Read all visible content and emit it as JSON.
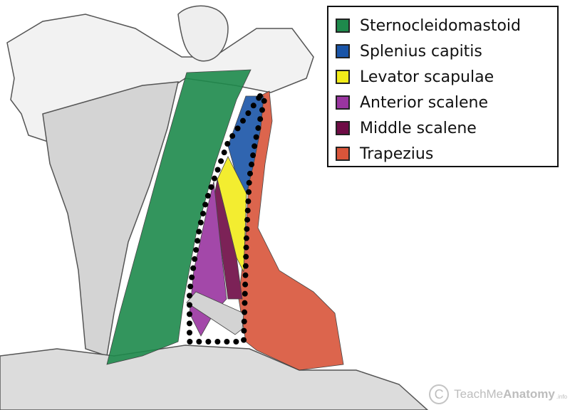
{
  "legend": {
    "items": [
      {
        "label": "Sternocleidomastoid",
        "color": "#1e8a4c"
      },
      {
        "label": "Splenius capitis",
        "color": "#1a55a8"
      },
      {
        "label": "Levator scapulae",
        "color": "#f2ec1a"
      },
      {
        "label": "Anterior scalene",
        "color": "#9a35a0"
      },
      {
        "label": "Middle scalene",
        "color": "#6e0b45"
      },
      {
        "label": "Trapezius",
        "color": "#d9553a"
      }
    ]
  },
  "watermark": {
    "symbol": "C",
    "prefix": "TeachMe",
    "brand": "Anatomy",
    "suffix": ".info"
  },
  "colors": {
    "outline": "#000000",
    "sketch": "#8c8c8c"
  }
}
